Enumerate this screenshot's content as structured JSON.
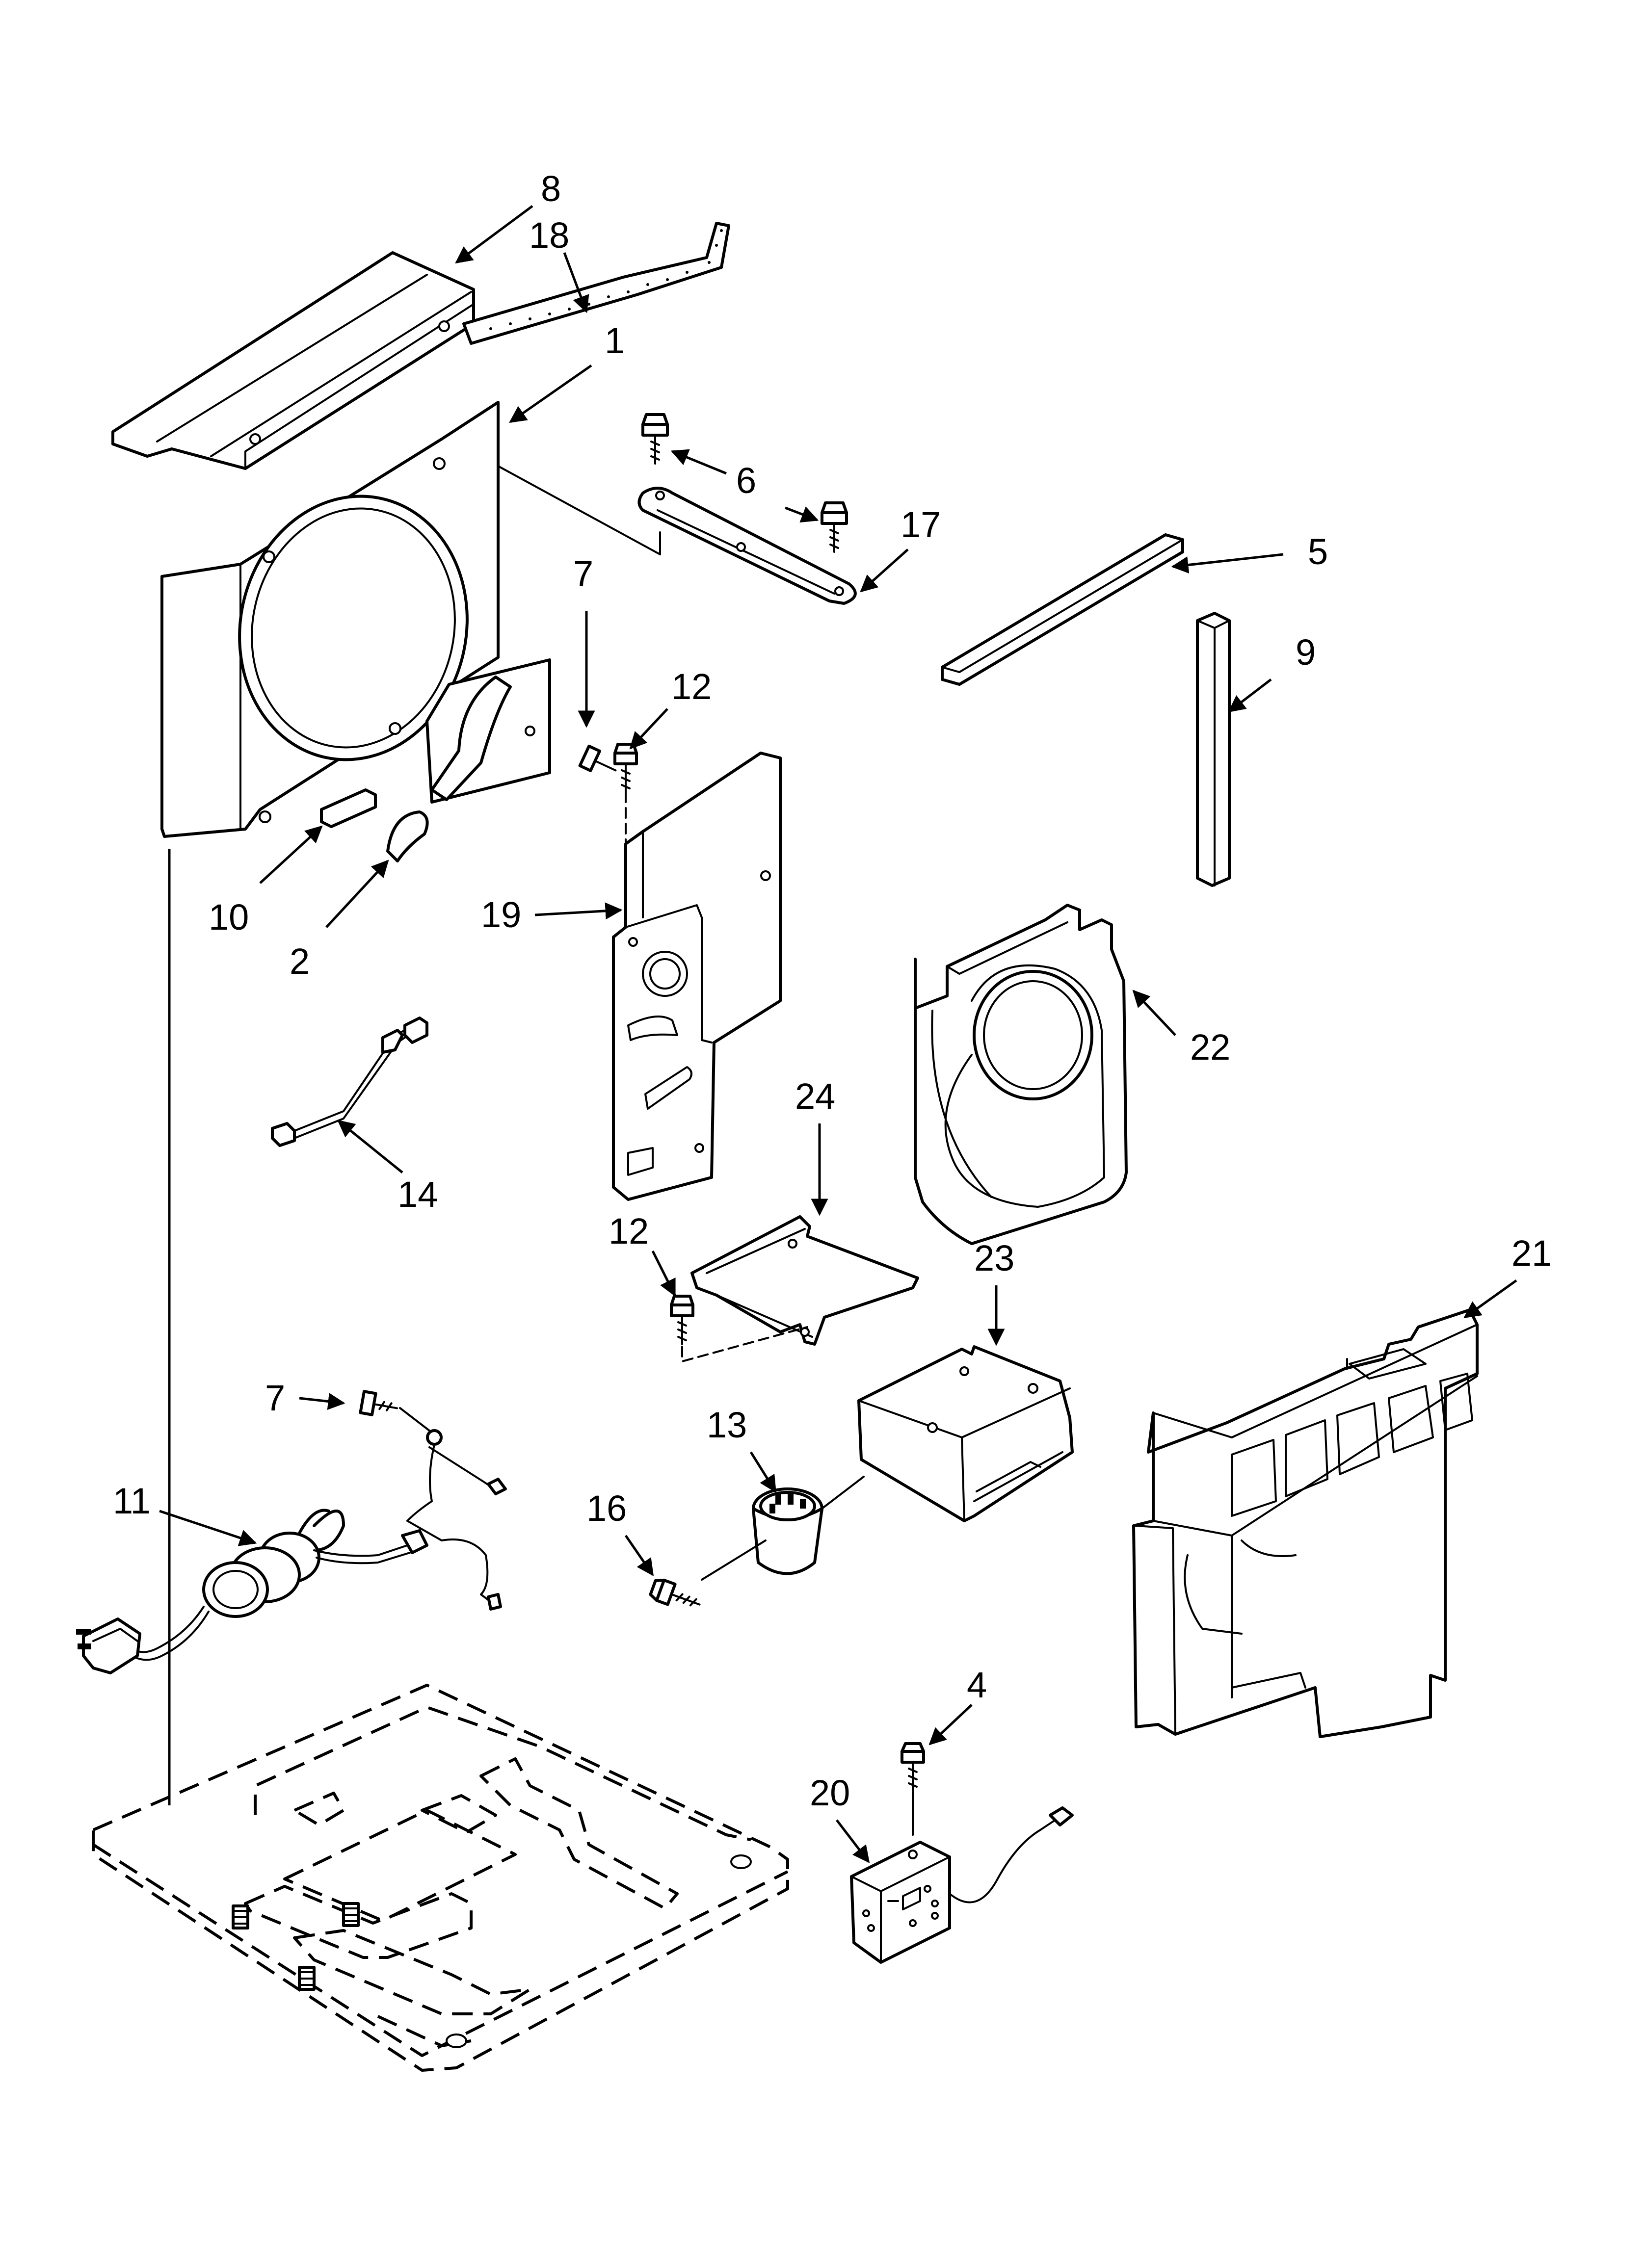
{
  "callouts": [
    {
      "id": "c8",
      "text": "8"
    },
    {
      "id": "c18",
      "text": "18"
    },
    {
      "id": "c1",
      "text": "1"
    },
    {
      "id": "c6",
      "text": "6"
    },
    {
      "id": "c17",
      "text": "17"
    },
    {
      "id": "c5",
      "text": "5"
    },
    {
      "id": "c9",
      "text": "9"
    },
    {
      "id": "c7a",
      "text": "7"
    },
    {
      "id": "c12a",
      "text": "12"
    },
    {
      "id": "c19",
      "text": "19"
    },
    {
      "id": "c10",
      "text": "10"
    },
    {
      "id": "c2",
      "text": "2"
    },
    {
      "id": "c22",
      "text": "22"
    },
    {
      "id": "c14",
      "text": "14"
    },
    {
      "id": "c24",
      "text": "24"
    },
    {
      "id": "c12b",
      "text": "12"
    },
    {
      "id": "c23",
      "text": "23"
    },
    {
      "id": "c21",
      "text": "21"
    },
    {
      "id": "c7b",
      "text": "7"
    },
    {
      "id": "c13",
      "text": "13"
    },
    {
      "id": "c11",
      "text": "11"
    },
    {
      "id": "c16",
      "text": "16"
    },
    {
      "id": "c4",
      "text": "4"
    },
    {
      "id": "c20",
      "text": "20"
    }
  ]
}
